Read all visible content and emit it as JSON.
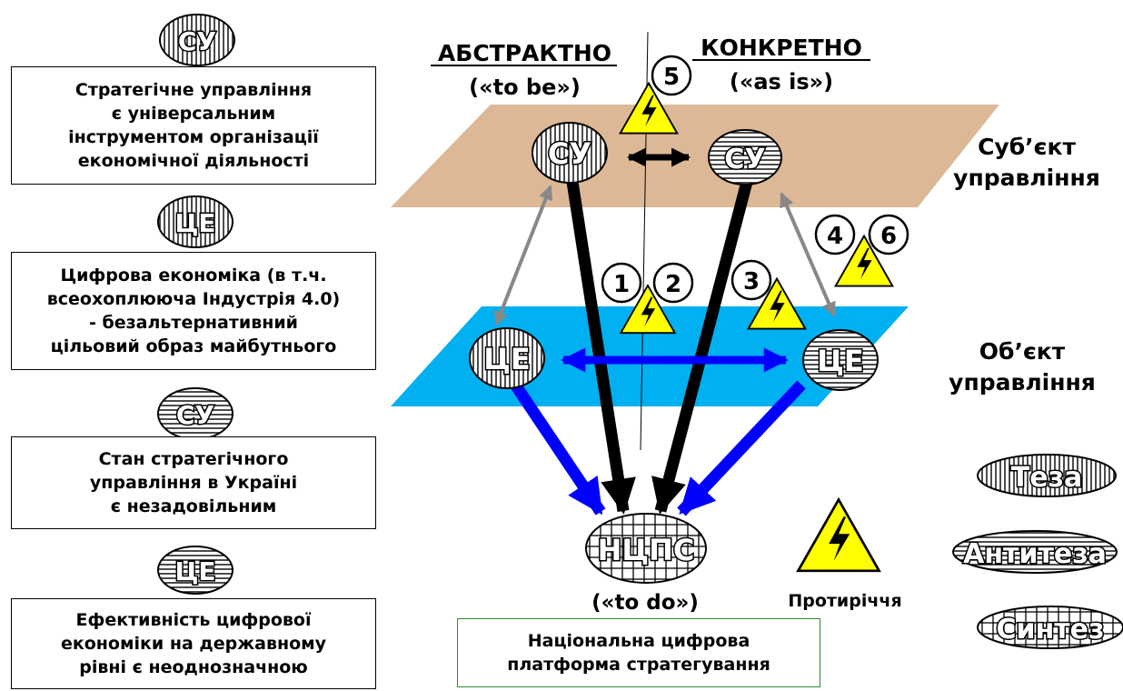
{
  "left_panel": {
    "items": [
      {
        "tag": "СУ",
        "text": "Стратегічне управління\nє універсальним\nінструментом організації\nекономічної діяльності"
      },
      {
        "tag": "ЦЕ",
        "text": "Цифрова економіка (в т.ч.\nвсеохоплююча Індустрія 4.0)\n- безальтернативний\nцільовий образ майбутнього"
      },
      {
        "tag": "СУ",
        "text": "Стан стратегічного\nуправління в Україні\nє незадовільним"
      },
      {
        "tag": "ЦЕ",
        "text": "Ефективність цифрової\nекономіки на державному\nрівні є неоднозначною"
      }
    ]
  },
  "header": {
    "abstract": "АБСТРАКТНО",
    "abstract_sub": "(«to  be»)",
    "concrete": "КОНКРЕТНО",
    "concrete_sub": "(«as is»)"
  },
  "planes": {
    "subject": "Суб’єкт\nуправління",
    "object": "Об’єкт\nуправління"
  },
  "nodes": {
    "su_left": "СУ",
    "su_right": "СУ",
    "ce_left": "ЦЕ",
    "ce_right": "ЦЕ",
    "ncps": "НЦПС"
  },
  "contradiction_numbers": [
    "1",
    "2",
    "3",
    "4",
    "5",
    "6"
  ],
  "bottom": {
    "todo": "(«to do»)",
    "platform": "Національна цифрова\nплатформа стратегування"
  },
  "legend": {
    "thesis": "Теза",
    "antithesis": "Антитеза",
    "synthesis": "Синтез",
    "contradiction": "Протиріччя"
  },
  "colors": {
    "subject_plane": "#dcb896",
    "object_plane": "#00b0f0",
    "blue_arrow": "#0000ff",
    "warning_fill": "#ffff00",
    "platform_border": "#2e8b2e"
  }
}
